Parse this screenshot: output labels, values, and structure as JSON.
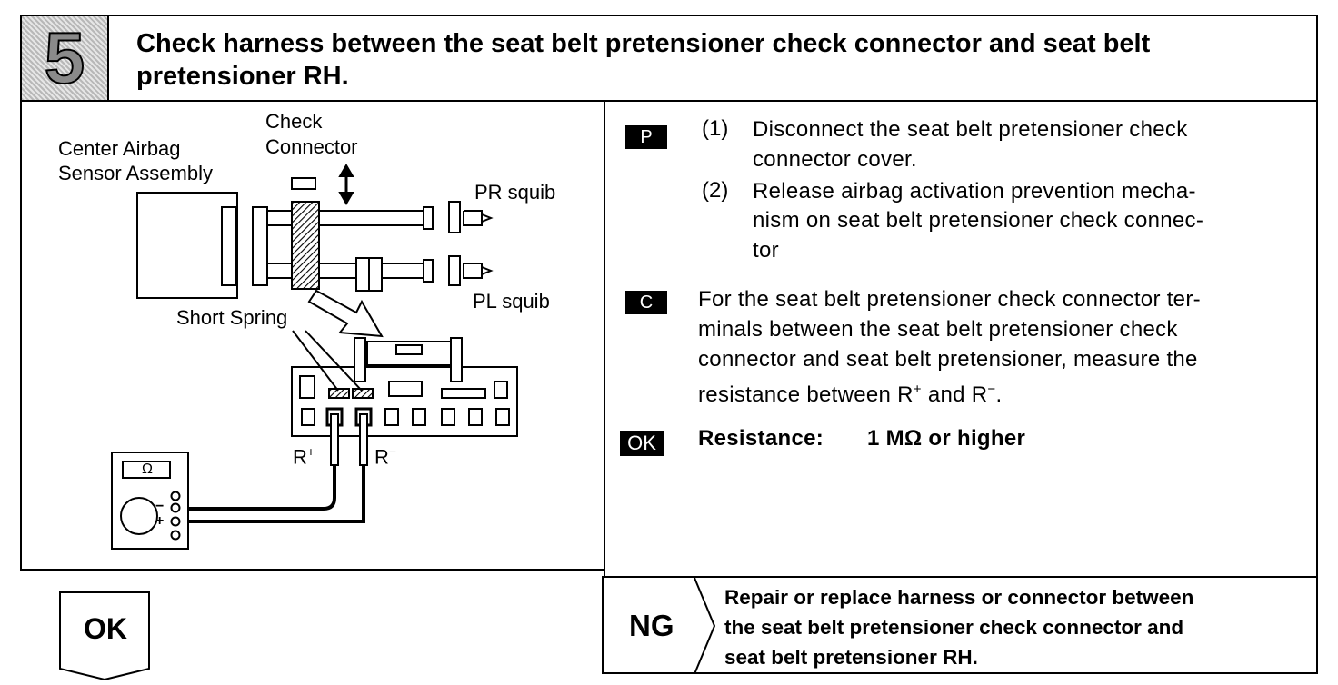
{
  "header": {
    "step_number": "5",
    "title": "Check harness between the seat belt pretensioner check connector and seat belt pretensioner RH."
  },
  "diagram": {
    "labels": {
      "center_airbag": "Center Airbag",
      "sensor_assembly": "Sensor Assembly",
      "check": "Check",
      "connector": "Connector",
      "pr_squib": "PR squib",
      "pl_squib": "PL squib",
      "short_spring": "Short Spring",
      "r_plus": "R",
      "r_plus_sup": "+",
      "r_minus": "R",
      "r_minus_sup": "−",
      "ohm": "Ω",
      "meter_minus": "−",
      "meter_plus": "+"
    }
  },
  "procedure": {
    "prep_badge": "P",
    "steps": [
      {
        "num": "(1)",
        "lines": [
          "Disconnect the seat belt pretensioner check",
          "connector cover."
        ]
      },
      {
        "num": "(2)",
        "lines": [
          "Release airbag activation prevention mecha-",
          "nism on seat belt pretensioner check connec-",
          "tor"
        ]
      }
    ],
    "check_badge": "C",
    "check_lines": [
      "For the seat belt pretensioner check connector ter-",
      "minals between the seat belt pretensioner check",
      "connector and seat belt pretensioner, measure the"
    ],
    "check_last": "resistance between R",
    "check_last_sup1": "+",
    "check_and": " and R",
    "check_last_sup2": "−",
    "check_end": ".",
    "ok_badge": "OK",
    "spec_label": "Resistance:",
    "spec_value": "1 MΩ or higher"
  },
  "result": {
    "ok_label": "OK",
    "ng_label": "NG",
    "ng_lines": [
      "Repair or replace harness or connector between",
      "the seat belt pretensioner check connector and",
      "seat belt pretensioner RH."
    ]
  }
}
